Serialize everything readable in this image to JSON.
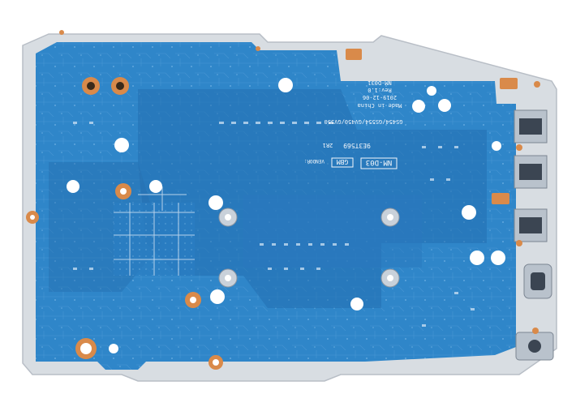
{
  "silkscreen": {
    "made_in_china": "Made in China",
    "date": "2019-12-06",
    "rev": "Rev:1.0",
    "board": "NM-D031",
    "models": "GS454/GS554/GV450/GV550",
    "pcb_id": "NM-D03",
    "vendor_label": "VENDOR:",
    "vendor_code": "GBM",
    "serial": "9E3T569",
    "revision_tag": "2R1"
  },
  "colors": {
    "background": "#ffffff",
    "pcb_blue": "#2f86c9",
    "pcb_dark_blue": "#1e6fb2",
    "bracket_silver": "#d8dde2",
    "pad_copper": "#d98a4a",
    "hole_white": "#ffffff",
    "port_metal": "#b9c2cc"
  },
  "components": {
    "ports": [
      "usb-a-port",
      "usb-a-port",
      "usb-a-port",
      "usb-c-port",
      "audio-jack"
    ]
  }
}
